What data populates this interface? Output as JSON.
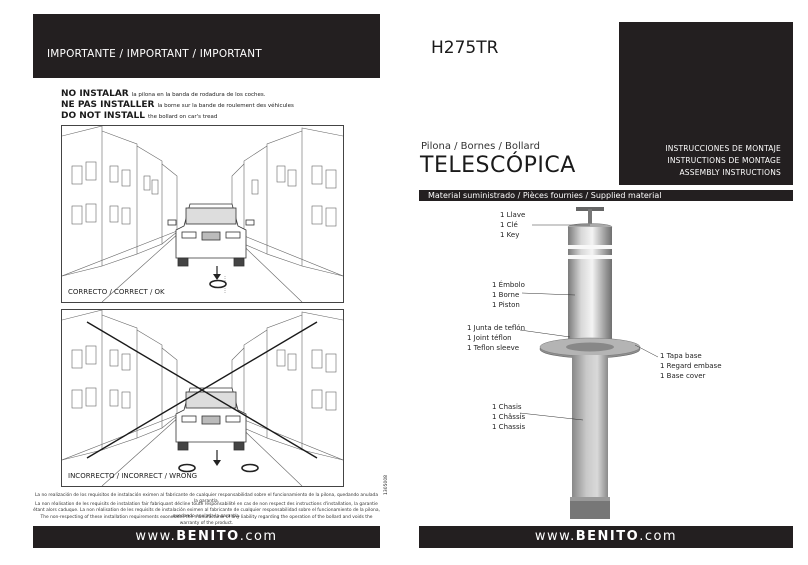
{
  "left_header": {
    "text": "IMPORTANTE / IMPORTANT / IMPORTANT"
  },
  "warnings": [
    {
      "big": "NO INSTALAR",
      "small": "la pilona en la banda de rodadura de los coches."
    },
    {
      "big": "NE PAS INSTALLER",
      "small": "la borne sur la bande de roulement des véhicules"
    },
    {
      "big": "DO NOT INSTALL",
      "small": "the bollard on car's tread"
    }
  ],
  "panels": {
    "correct_label": "CORRECTO / CORRECT / OK",
    "incorrect_label": "INCORRECTO / INCORRECT / WRONG"
  },
  "notes": [
    "La no realización de los requisitos de instalación eximen al fabricante de cualquier responsabilidad sobre el funcionamiento de la pilona, quedando anulada la garantía.",
    "La non réalisation de les requisits de instalation fair fabriquant décline toute responsabilité en cas de non respect des instructions d'installation, la garantie étant alors caduque. La non réalisation de les requisits de instalación eximen al fabricante de cualquier responsabilidad sobre el funcionamiento de la pilona, quedando anulada la garantía.",
    "The non-respecting of these installation requirements exonerates the manufacturer of any liability regarding the operation of the bollard and voids the warranty of the product."
  ],
  "doc_code": "1305008",
  "footer": {
    "prefix": "www.",
    "brand": "BENITO",
    "suffix": ".com"
  },
  "model": "H275TR",
  "subtitle": "Pilona / Bornes / Bollard",
  "title": "TELESCÓPICA",
  "instructions": [
    "INSTRUCCIONES DE MONTAJE",
    "INSTRUCTIONS DE MONTAGE",
    "ASSEMBLY INSTRUCTIONS"
  ],
  "material_bar": "Material  suministrado / Pièces fournies / Supplied material",
  "parts": {
    "key": [
      "1 Llave",
      "1 Clé",
      "1 Key"
    ],
    "piston": [
      "1 Émbolo",
      "1 Borne",
      "1 Piston"
    ],
    "sleeve": [
      "1 Junta de teflón",
      "1 Joint téflon",
      "1 Teflon sleeve"
    ],
    "base": [
      "1 Tapa base",
      "1 Regard embase",
      "1 Base cover"
    ],
    "chassis": [
      "1 Chasis",
      "1 Châssis",
      "1 Chassis"
    ]
  }
}
